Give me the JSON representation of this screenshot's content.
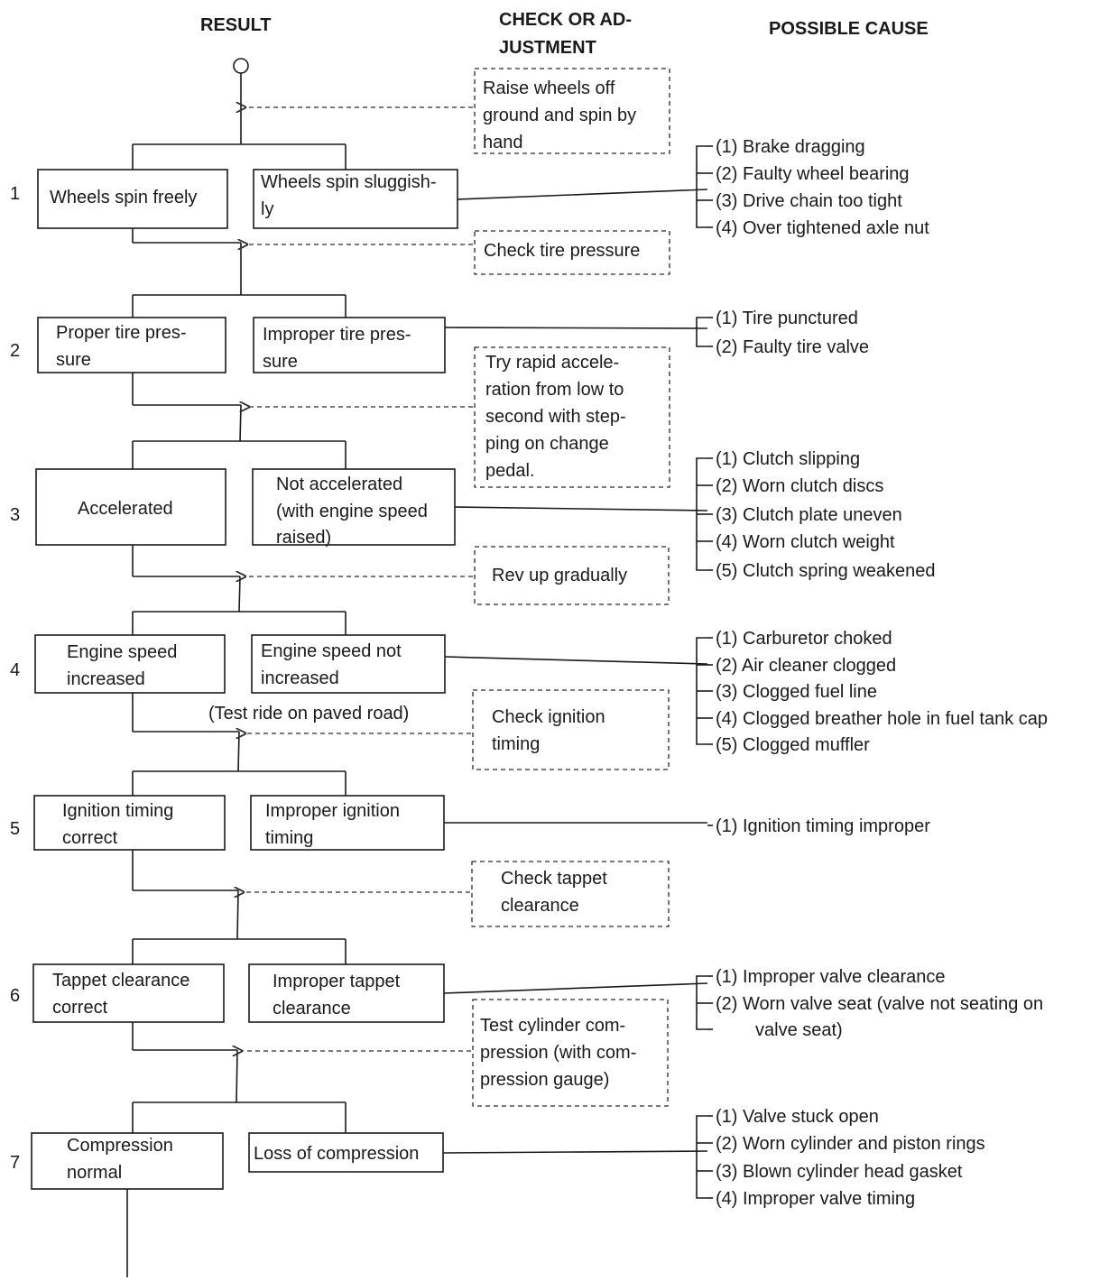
{
  "headers": {
    "result": "RESULT",
    "check_line1": "CHECK OR AD-",
    "check_line2": "JUSTMENT",
    "cause": "POSSIBLE CAUSE"
  },
  "checks": [
    [
      "Raise wheels off",
      "ground and spin by",
      "hand"
    ],
    [
      "Check tire pressure"
    ],
    [
      "Try rapid accele-",
      "ration from low to",
      "second with step-",
      "ping on change",
      "pedal."
    ],
    [
      "Rev up gradually"
    ],
    [
      "Check ignition",
      "timing"
    ],
    [
      "Check tappet",
      "clearance"
    ],
    [
      "Test cylinder com-",
      "pression (with com-",
      "pression gauge)"
    ]
  ],
  "steps": [
    {
      "num": "1",
      "ok": [
        "Wheels spin freely"
      ],
      "fault": [
        "Wheels spin sluggish-",
        "ly"
      ],
      "causes": [
        "(1)  Brake dragging",
        "(2)  Faulty wheel bearing",
        "(3)  Drive chain too tight",
        "(4)  Over tightened axle nut"
      ]
    },
    {
      "num": "2",
      "ok": [
        "Proper tire pres-",
        "sure"
      ],
      "fault": [
        "Improper tire pres-",
        "sure"
      ],
      "causes": [
        "(1)  Tire punctured",
        "(2)  Faulty tire valve"
      ]
    },
    {
      "num": "3",
      "ok": [
        "Accelerated"
      ],
      "fault": [
        "Not  accelerated",
        "(with engine speed",
        "raised)"
      ],
      "causes": [
        "(1)  Clutch slipping",
        "(2)  Worn clutch discs",
        "(3)  Clutch plate uneven",
        "(4)  Worn clutch weight",
        "(5)  Clutch spring weakened"
      ]
    },
    {
      "num": "4",
      "ok": [
        "Engine speed",
        "increased"
      ],
      "fault": [
        "Engine speed not",
        "increased"
      ],
      "causes": [
        "(1)  Carburetor choked",
        "(2)  Air cleaner clogged",
        "(3)  Clogged fuel line",
        "(4)  Clogged breather hole in fuel tank cap",
        "(5)  Clogged muffler"
      ]
    },
    {
      "num": "5",
      "ok": [
        "Ignition timing",
        "correct"
      ],
      "fault": [
        "Improper ignition",
        "timing"
      ],
      "causes": [
        "(1)  Ignition timing improper"
      ]
    },
    {
      "num": "6",
      "ok": [
        "Tappet clearance",
        "correct"
      ],
      "fault": [
        "Improper tappet",
        "clearance"
      ],
      "causes": [
        "(1)  Improper valve clearance",
        "(2)  Worn valve seat (valve not seating on",
        "valve seat)"
      ]
    },
    {
      "num": "7",
      "ok": [
        "Compression",
        "normal"
      ],
      "fault": [
        "Loss of compression"
      ],
      "causes": [
        "(1)  Valve stuck open",
        "(2)  Worn cylinder and piston rings",
        "(3)  Blown cylinder head gasket",
        "(4)  Improper valve timing"
      ]
    }
  ],
  "annotation": "(Test ride on paved road)"
}
